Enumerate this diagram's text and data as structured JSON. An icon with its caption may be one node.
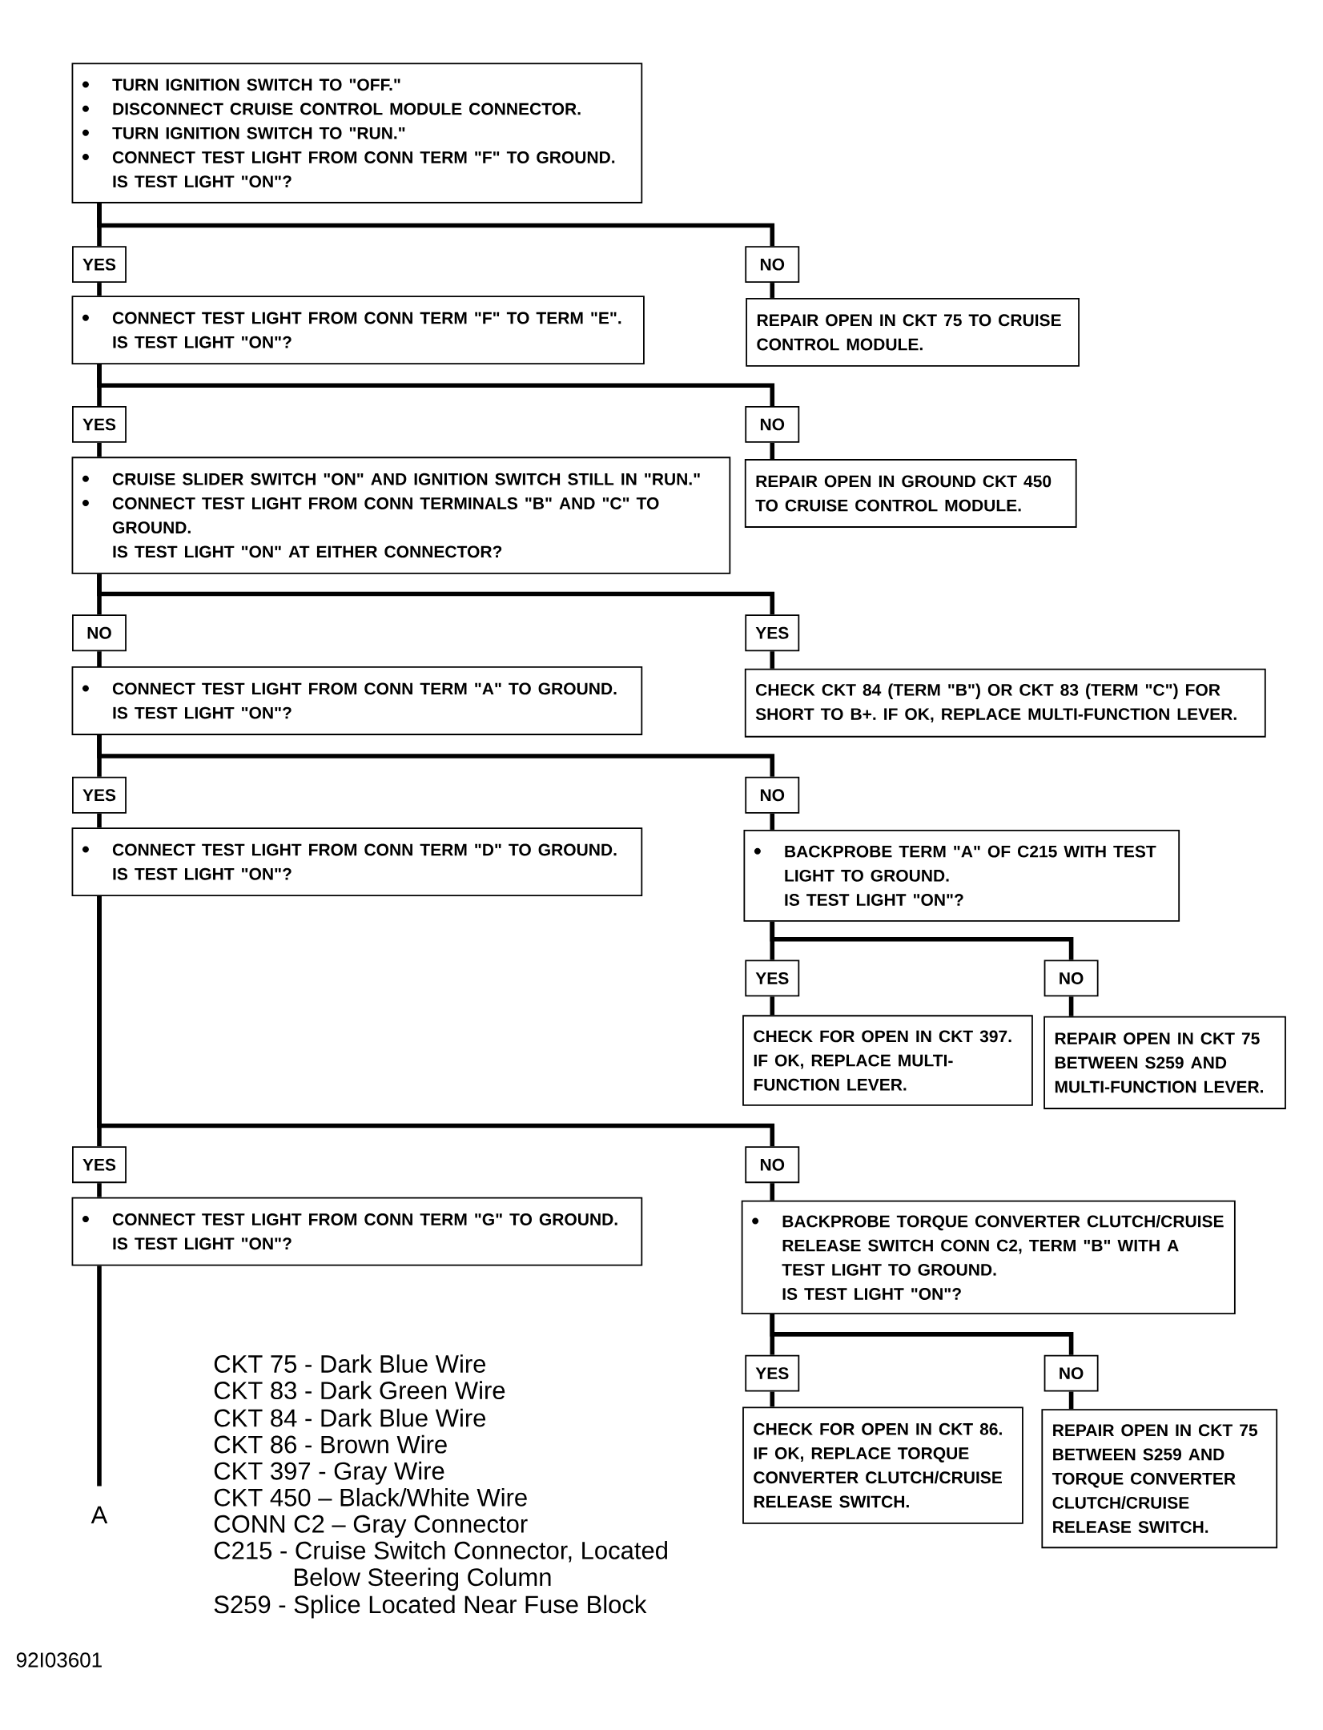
{
  "diagram": {
    "nodes": [
      {
        "text": [
          "TURN IGNITION SWITCH TO \"OFF.\"",
          "DISCONNECT CRUISE CONTROL MODULE CONNECTOR.",
          "TURN IGNITION SWITCH TO \"RUN.\"",
          "CONNECT TEST LIGHT FROM CONN TERM \"F\" TO GROUND.",
          "IS TEST LIGHT \"ON\"?"
        ]
      },
      {
        "text": [
          "YES"
        ]
      },
      {
        "text": [
          "NO"
        ]
      },
      {
        "text": [
          "CONNECT TEST LIGHT FROM CONN TERM \"F\" TO TERM \"E\".",
          "IS TEST LIGHT \"ON\"?"
        ]
      },
      {
        "text": [
          "REPAIR OPEN IN CKT 75 TO CRUISE CONTROL MODULE."
        ]
      },
      {
        "text": [
          "YES"
        ]
      },
      {
        "text": [
          "NO"
        ]
      },
      {
        "text": [
          "CRUISE SLIDER SWITCH \"ON\" AND IGNITION SWITCH STILL IN \"RUN.\"",
          "CONNECT TEST LIGHT FROM CONN TERMINALS \"B\" AND \"C\" TO GROUND.",
          "IS TEST LIGHT \"ON\" AT EITHER CONNECTOR?"
        ]
      },
      {
        "text": [
          "REPAIR OPEN IN GROUND CKT 450 TO CRUISE CONTROL MODULE."
        ]
      },
      {
        "text": [
          "NO"
        ]
      },
      {
        "text": [
          "YES"
        ]
      },
      {
        "text": [
          "CONNECT TEST LIGHT FROM CONN TERM \"A\" TO GROUND.",
          "IS TEST LIGHT \"ON\"?"
        ]
      },
      {
        "text": [
          "CHECK CKT 84 (TERM \"B\") OR CKT 83 (TERM \"C\") FOR SHORT TO B+. IF OK, REPLACE MULTI-FUNCTION LEVER."
        ]
      },
      {
        "text": [
          "YES"
        ]
      },
      {
        "text": [
          "NO"
        ]
      },
      {
        "text": [
          "CONNECT TEST LIGHT FROM CONN TERM \"D\" TO GROUND.",
          "IS TEST LIGHT \"ON\"?"
        ]
      },
      {
        "text": [
          "BACKPROBE TERM \"A\" OF C215 WITH TEST LIGHT TO GROUND.",
          "IS TEST LIGHT \"ON\"?"
        ]
      },
      {
        "text": [
          "YES"
        ]
      },
      {
        "text": [
          "NO"
        ]
      },
      {
        "text": [
          "CHECK FOR OPEN IN CKT 397. IF OK, REPLACE MULTI-FUNCTION LEVER."
        ]
      },
      {
        "text": [
          "REPAIR OPEN IN CKT 75 BETWEEN S259 AND MULTI-FUNCTION LEVER."
        ]
      },
      {
        "text": [
          "YES"
        ]
      },
      {
        "text": [
          "NO"
        ]
      },
      {
        "text": [
          "CONNECT TEST LIGHT FROM CONN TERM \"G\" TO GROUND.",
          "IS TEST LIGHT \"ON\"?"
        ]
      },
      {
        "text": [
          "BACKPROBE TORQUE CONVERTER CLUTCH/CRUISE RELEASE SWITCH CONN C2, TERM \"B\" WITH A TEST LIGHT TO GROUND.",
          "IS TEST LIGHT \"ON\"?"
        ]
      },
      {
        "text": [
          "YES"
        ]
      },
      {
        "text": [
          "NO"
        ]
      },
      {
        "text": [
          "CHECK FOR OPEN IN CKT 86. IF OK, REPLACE TORQUE CONVERTER CLUTCH/CRUISE RELEASE SWITCH."
        ]
      },
      {
        "text": [
          "REPAIR OPEN IN CKT 75 BETWEEN S259 AND TORQUE CONVERTER CLUTCH/CRUISE RELEASE SWITCH."
        ]
      },
      {
        "text": [
          "A"
        ]
      }
    ],
    "edges": [
      {
        "from": 0,
        "to": 1,
        "arrow": "none"
      },
      {
        "from": 0,
        "to": 2,
        "arrow": "none"
      },
      {
        "from": 1,
        "to": 3,
        "arrow": "none"
      },
      {
        "from": 2,
        "to": 4,
        "arrow": "none"
      },
      {
        "from": 3,
        "to": 5,
        "arrow": "none"
      },
      {
        "from": 3,
        "to": 6,
        "arrow": "none"
      },
      {
        "from": 5,
        "to": 7,
        "arrow": "none"
      },
      {
        "from": 6,
        "to": 8,
        "arrow": "none"
      },
      {
        "from": 7,
        "to": 9,
        "arrow": "none"
      },
      {
        "from": 7,
        "to": 10,
        "arrow": "none"
      },
      {
        "from": 9,
        "to": 11,
        "arrow": "none"
      },
      {
        "from": 10,
        "to": 12,
        "arrow": "none"
      },
      {
        "from": 11,
        "to": 13,
        "arrow": "none"
      },
      {
        "from": 11,
        "to": 14,
        "arrow": "none"
      },
      {
        "from": 13,
        "to": 15,
        "arrow": "none"
      },
      {
        "from": 14,
        "to": 16,
        "arrow": "none"
      },
      {
        "from": 16,
        "to": 17,
        "arrow": "none"
      },
      {
        "from": 16,
        "to": 18,
        "arrow": "none"
      },
      {
        "from": 17,
        "to": 19,
        "arrow": "none"
      },
      {
        "from": 18,
        "to": 20,
        "arrow": "none"
      },
      {
        "from": 15,
        "to": 21,
        "arrow": "none"
      },
      {
        "from": 15,
        "to": 22,
        "arrow": "none"
      },
      {
        "from": 21,
        "to": 23,
        "arrow": "none"
      },
      {
        "from": 22,
        "to": 24,
        "arrow": "none"
      },
      {
        "from": 24,
        "to": 25,
        "arrow": "none"
      },
      {
        "from": 24,
        "to": 26,
        "arrow": "none"
      },
      {
        "from": 25,
        "to": 27,
        "arrow": "none"
      },
      {
        "from": 26,
        "to": 28,
        "arrow": "none"
      },
      {
        "from": 23,
        "to": 29,
        "arrow": "none"
      }
    ],
    "labels": [
      "CKT 75 - Dark Blue Wire",
      "CKT 83 - Dark Green Wire",
      "CKT 84 - Dark Blue Wire",
      "CKT 86 - Brown Wire",
      "CKT 397 - Gray Wire",
      "CKT 450 – Black/White Wire",
      "CONN C2 – Gray Connector",
      "C215 - Cruise Switch Connector, Located Below Steering Column",
      "S259 - Splice Located Near Fuse Block",
      "92I03601"
    ]
  }
}
